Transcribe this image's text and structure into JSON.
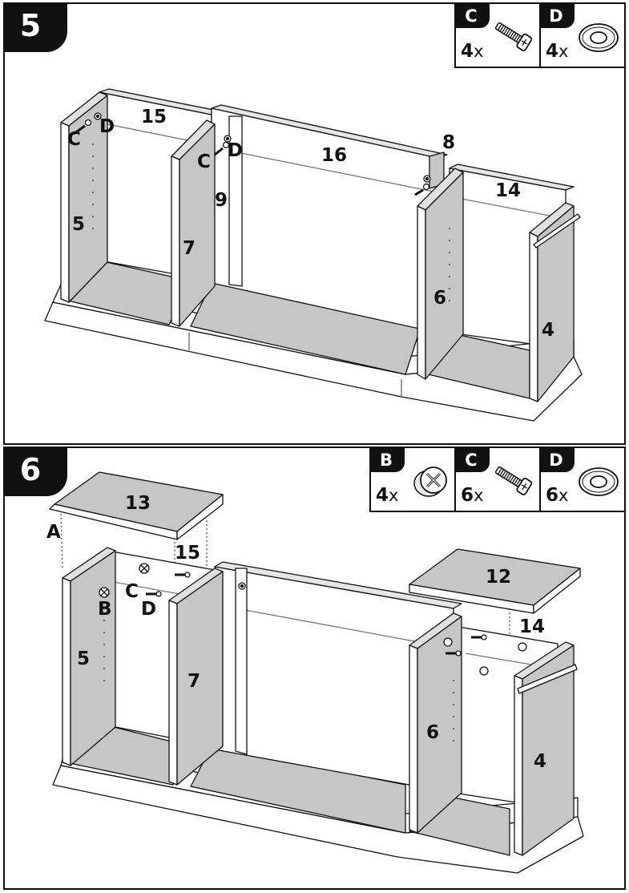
{
  "step5": {
    "number": "5",
    "hardware": [
      {
        "letter": "C",
        "qty": "4",
        "x": "x",
        "icon": "screw-icon"
      },
      {
        "letter": "D",
        "qty": "4",
        "x": "x",
        "icon": "washer-icon"
      }
    ],
    "labels": {
      "p15": "15",
      "p16": "16",
      "p8": "8",
      "p14": "14",
      "p9": "9",
      "p5": "5",
      "p7": "7",
      "p6": "6",
      "p4": "4",
      "c1": "C",
      "d1": "D",
      "c2": "C",
      "d2": "D"
    }
  },
  "step6": {
    "number": "6",
    "hardware": [
      {
        "letter": "B",
        "qty": "4",
        "x": "x",
        "icon": "cam-lock-icon"
      },
      {
        "letter": "C",
        "qty": "6",
        "x": "x",
        "icon": "screw-icon"
      },
      {
        "letter": "D",
        "qty": "6",
        "x": "x",
        "icon": "washer-icon"
      }
    ],
    "labels": {
      "p13": "13",
      "a": "A",
      "p15": "15",
      "p12": "12",
      "p14": "14",
      "c": "C",
      "b": "B",
      "d": "D",
      "p5": "5",
      "p7": "7",
      "p6": "6",
      "p4": "4"
    }
  }
}
